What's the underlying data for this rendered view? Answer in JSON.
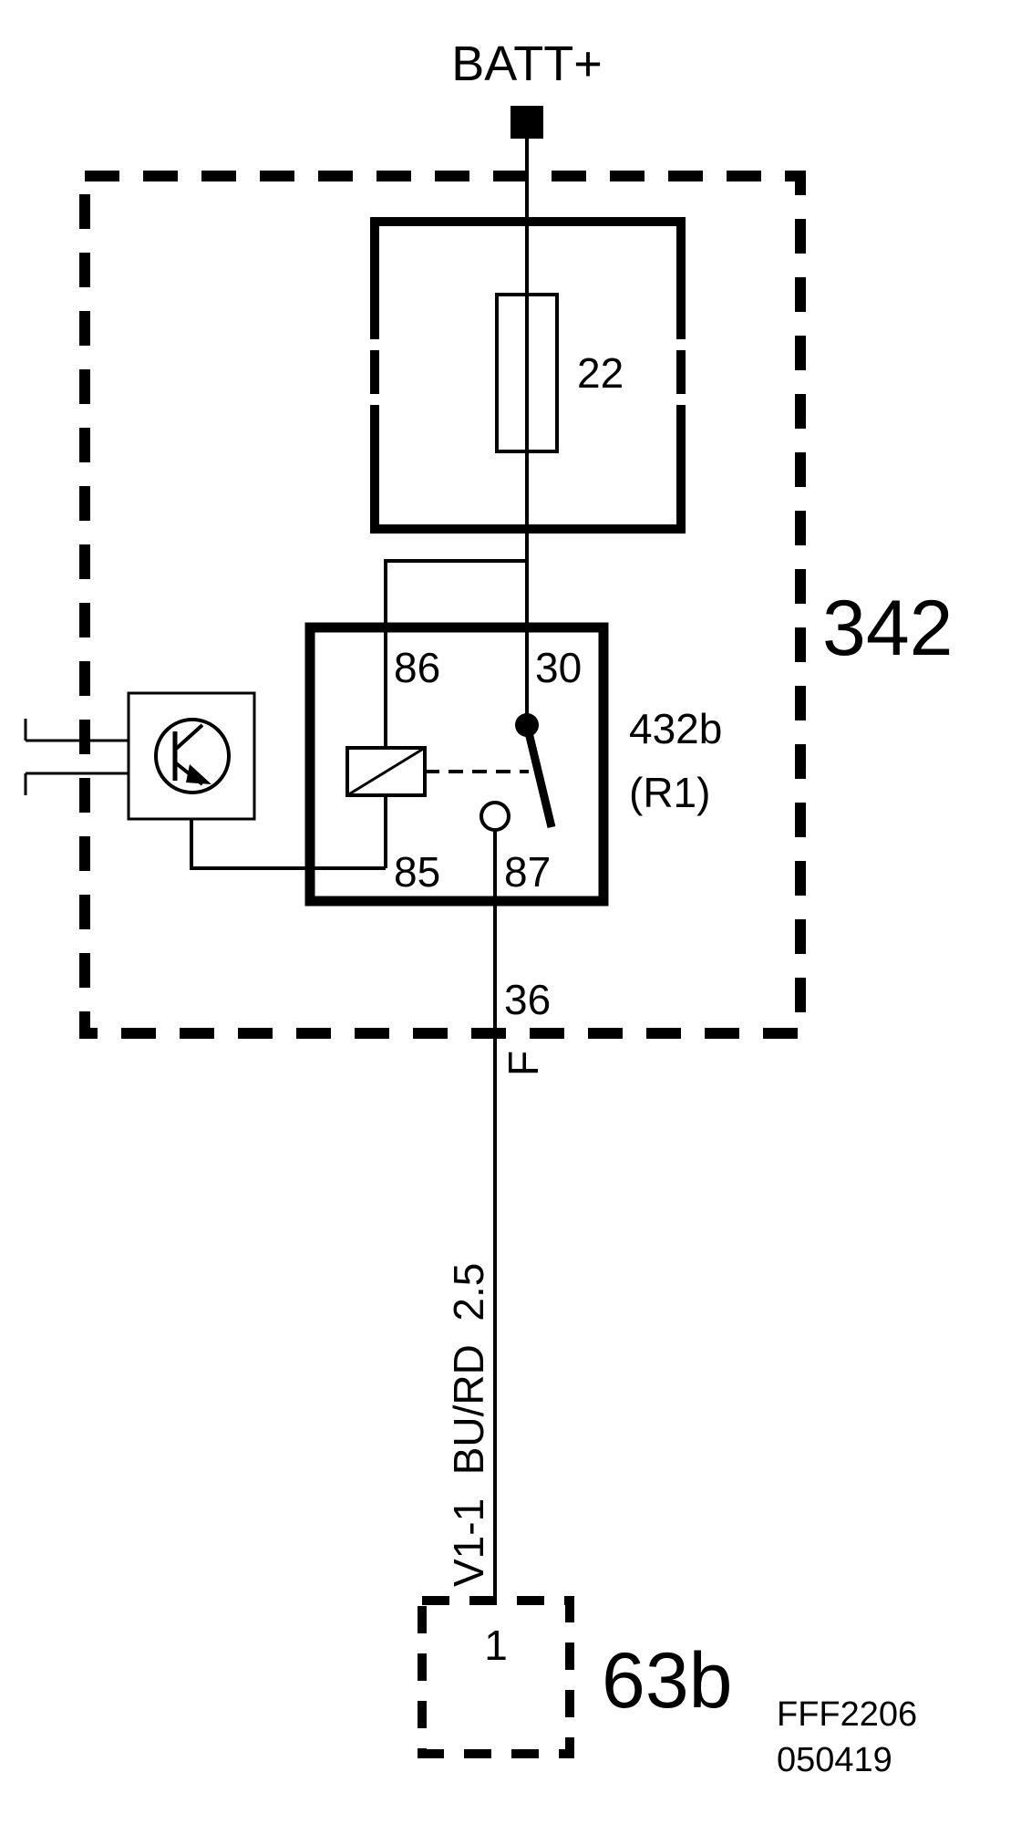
{
  "diagram": {
    "power_label": "BATT+",
    "module_label": "342",
    "fuse_label": "22",
    "relay": {
      "label": "432b",
      "sublabel": "(R1)",
      "pin_86": "86",
      "pin_30": "30",
      "pin_85": "85",
      "pin_87": "87"
    },
    "connector_pin": "36",
    "connector_code": "F",
    "wire_label": "V1-1  BU/RD  2.5",
    "target": {
      "label": "63b",
      "pin": "1"
    },
    "drawing_id": "FFF2206",
    "drawing_date": "050419"
  }
}
